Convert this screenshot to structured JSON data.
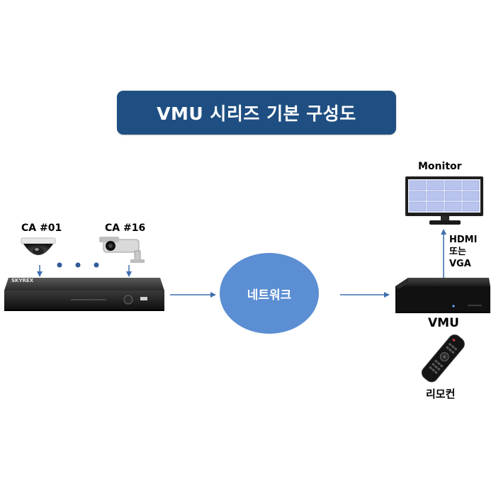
{
  "title": "VMU 시리즈 기본 구성도",
  "cameras": {
    "camera_1_label": "CA #01",
    "camera_16_label": "CA #16"
  },
  "dvr": {
    "brand": "SKYREX"
  },
  "network": {
    "label": "네트워크"
  },
  "monitor": {
    "label": "Monitor"
  },
  "connection": {
    "label": "HDMI\n또는\nVGA"
  },
  "vmu": {
    "label": "VMU"
  },
  "remote": {
    "label": "리모컨"
  },
  "colors": {
    "title_bg": "#1f4f82",
    "network": "#5b8ed2",
    "arrow": "#3f6fb0",
    "monitor_cell": "#b9c4ee"
  }
}
